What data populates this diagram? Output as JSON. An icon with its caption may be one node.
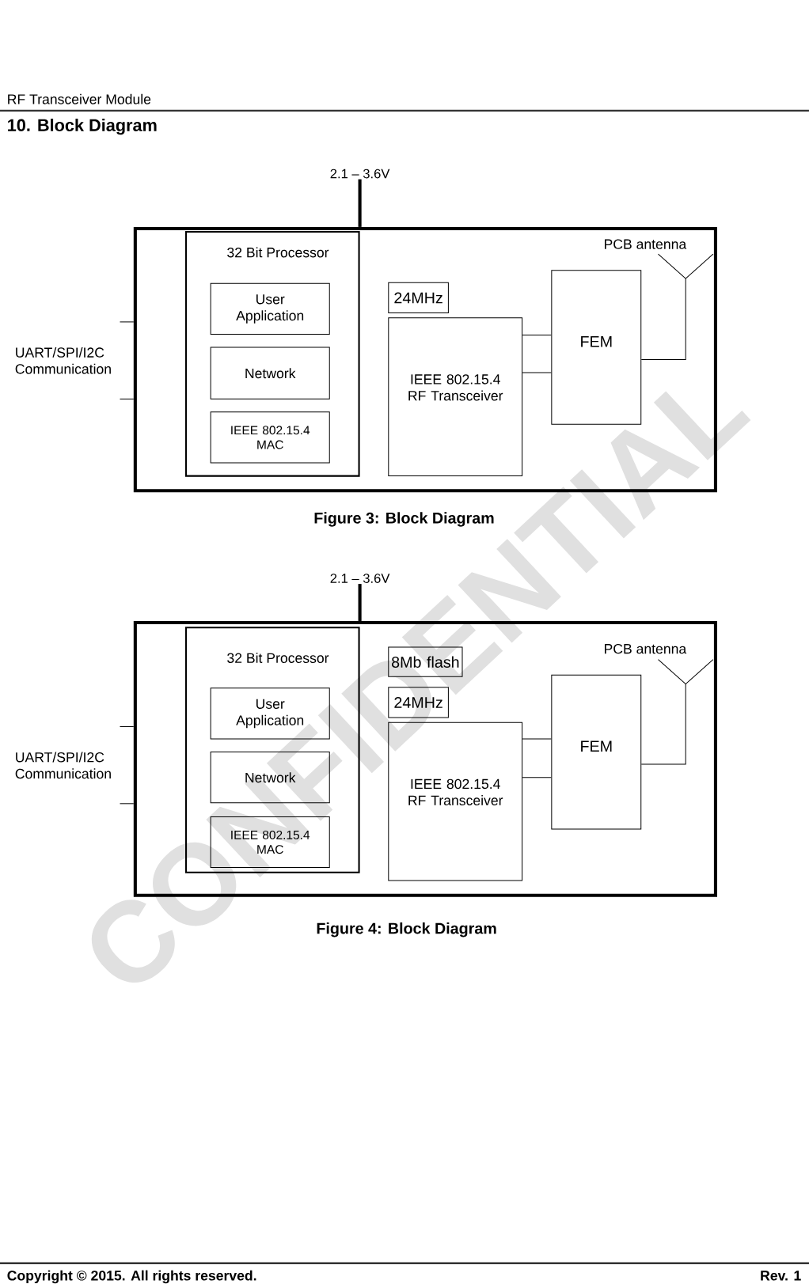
{
  "diagram": {
    "title": "10. Block Diagram",
    "nodes": [
      {
        "text": [
          "2.1 – 3.6V"
        ]
      },
      {
        "text": [],
        "shape": "box"
      },
      {
        "text": [
          "32 Bit Processor"
        ],
        "in": 1
      },
      {
        "text": [
          "User Application"
        ],
        "in": 2
      },
      {
        "text": [
          "Network"
        ],
        "in": 2
      },
      {
        "text": [
          "IEEE 802.15.4 MAC"
        ],
        "in": 2
      },
      {
        "text": [
          "24MHz"
        ],
        "in": 1
      },
      {
        "text": [
          "IEEE 802.15.4 RF Transceiver"
        ],
        "in": 1
      },
      {
        "text": [
          "FEM"
        ],
        "in": 1
      },
      {
        "text": [],
        "shape": "antenna",
        "in": 1,
        "beside": [
          "PCB antenna"
        ]
      },
      {
        "text": [
          "UART/SPI/I2C Communication"
        ]
      },
      {
        "text": [
          "2.1 – 3.6V"
        ]
      },
      {
        "text": [],
        "shape": "box"
      },
      {
        "text": [
          "32 Bit Processor"
        ],
        "in": 12
      },
      {
        "text": [
          "User Application"
        ],
        "in": 13
      },
      {
        "text": [
          "Network"
        ],
        "in": 13
      },
      {
        "text": [
          "IEEE 802.15.4 MAC"
        ],
        "in": 13
      },
      {
        "text": [
          "8Mb flash"
        ],
        "in": 12
      },
      {
        "text": [
          "24MHz"
        ],
        "in": 12
      },
      {
        "text": [
          "IEEE 802.15.4 RF Transceiver"
        ],
        "in": 12
      },
      {
        "text": [
          "FEM"
        ],
        "in": 12
      },
      {
        "text": [],
        "shape": "antenna",
        "in": 12,
        "beside": [
          "PCB antenna"
        ]
      },
      {
        "text": [
          "UART/SPI/I2C Communication"
        ]
      }
    ],
    "edges": [
      {
        "from": 0,
        "to": 1,
        "arrow": "none",
        "style": "thick"
      },
      {
        "from": 10,
        "to": 1,
        "arrow": "none"
      },
      {
        "from": 10,
        "to": 1,
        "arrow": "none"
      },
      {
        "from": 7,
        "to": 8,
        "arrow": "none"
      },
      {
        "from": 7,
        "to": 8,
        "arrow": "none"
      },
      {
        "from": 8,
        "to": 9,
        "arrow": "none"
      },
      {
        "from": 11,
        "to": 12,
        "arrow": "none",
        "style": "thick"
      },
      {
        "from": 22,
        "to": 12,
        "arrow": "none"
      },
      {
        "from": 22,
        "to": 12,
        "arrow": "none"
      },
      {
        "from": 19,
        "to": 20,
        "arrow": "none"
      },
      {
        "from": 19,
        "to": 20,
        "arrow": "none"
      },
      {
        "from": 20,
        "to": 21,
        "arrow": "none"
      }
    ],
    "labels": [
      "RF Transceiver Module",
      "Figure 3: Block Diagram",
      "Figure 4: Block Diagram",
      "Copyright © 2015. All rights reserved.",
      "Rev. 1",
      "CONFIDENTIAL"
    ]
  }
}
